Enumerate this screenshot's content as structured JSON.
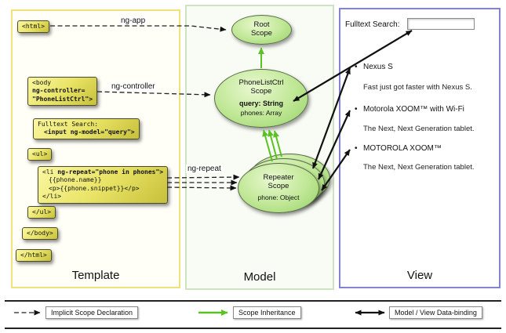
{
  "panels": {
    "template": "Template",
    "model": "Model",
    "view": "View"
  },
  "code": {
    "html_open": "<html>",
    "body_tag": "<body",
    "body_attr1": "ng-controller=",
    "body_attr2": "\"PhoneListCtrl\">",
    "search_label": "Fulltext Search:",
    "search_input": "<input ng-model=\"query\">",
    "ul_open": "<ul>",
    "li_tag": "<li ",
    "li_attr": "ng-repeat=\"phone in phones\">",
    "li_name": "{{phone.name}}",
    "li_snippet": "<p>{{phone.snippet}}</p>",
    "li_close": "</li>",
    "ul_close": "</ul>",
    "body_close": "</body>",
    "html_close": "</html>"
  },
  "scopes": {
    "root": {
      "line1": "Root",
      "line2": "Scope"
    },
    "phonelist": {
      "line1": "PhoneListCtrl",
      "line2": "Scope",
      "prop1": "query: String",
      "prop2": "phones: Array"
    },
    "repeater": {
      "line1": "Repeater",
      "line2": "Scope",
      "prop1": "phone: Object"
    }
  },
  "directives": {
    "ng_app": "ng-app",
    "ng_controller": "ng-controller",
    "ng_repeat": "ng-repeat"
  },
  "view": {
    "search_label": "Fulltext Search:",
    "search_value": "",
    "items": [
      {
        "title": "Nexus S",
        "desc": "Fast just got faster with Nexus S."
      },
      {
        "title": "Motorola XOOM™ with Wi-Fi",
        "desc": "The Next, Next Generation tablet."
      },
      {
        "title": "MOTOROLA XOOM™",
        "desc": "The Next, Next Generation tablet."
      }
    ]
  },
  "legend": {
    "implicit": "Implicit Scope Declaration",
    "inheritance": "Scope Inheritance",
    "binding": "Model / View Data-binding"
  },
  "colors": {
    "template_border": "#efe27a",
    "model_border": "#cfe3c4",
    "view_border": "#8383cf",
    "code_box": "#e9e466",
    "scope_fill": "#bfe795",
    "inheritance_green": "#58c322",
    "arrow_black": "#111111"
  }
}
